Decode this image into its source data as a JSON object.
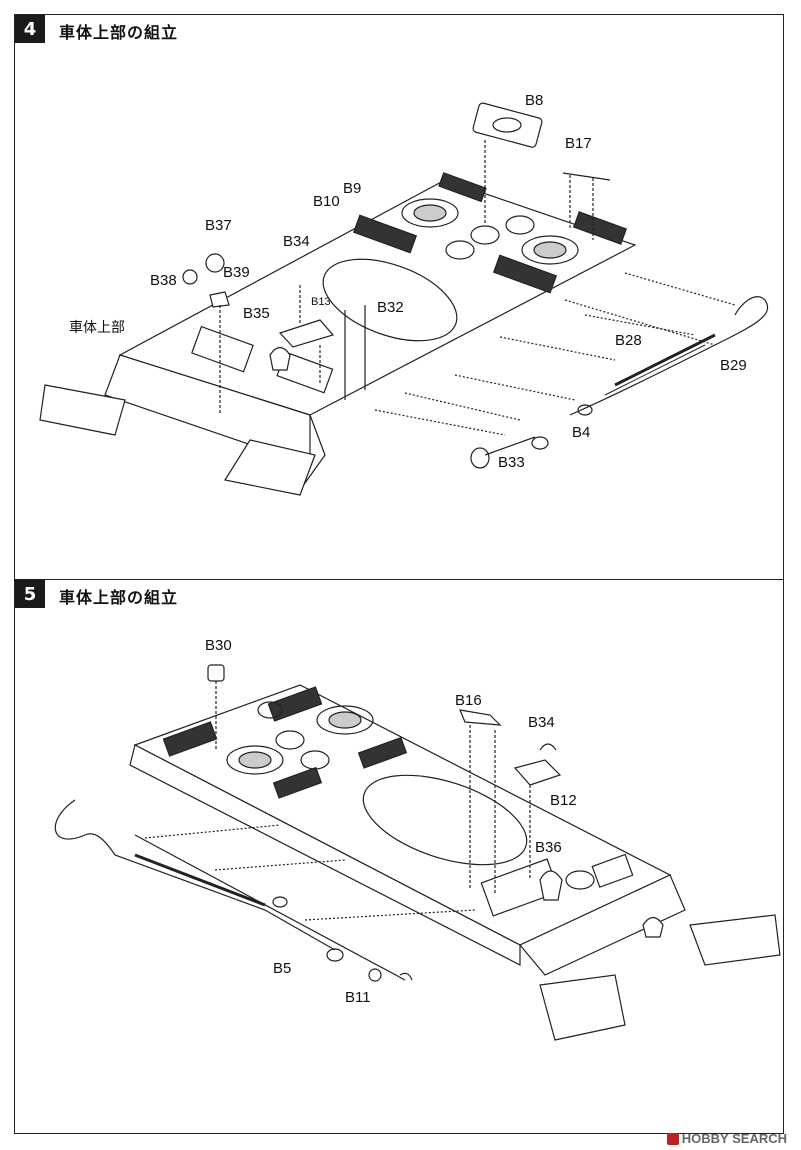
{
  "steps": [
    {
      "number": "4",
      "title": "車体上部の組立",
      "labels": {
        "b8": "B8",
        "b17": "B17",
        "b9": "B9",
        "b10": "B10",
        "b37": "B37",
        "b34": "B34",
        "b38": "B38",
        "b39": "B39",
        "b13": "B13",
        "b32": "B32",
        "b35": "B35",
        "hull": "車体上部",
        "b28": "B28",
        "b29": "B29",
        "b4": "B4",
        "b33": "B33"
      }
    },
    {
      "number": "5",
      "title": "車体上部の組立",
      "labels": {
        "b30": "B30",
        "b16": "B16",
        "b34": "B34",
        "b12": "B12",
        "b36": "B36",
        "b5": "B5",
        "b11": "B11"
      }
    }
  ],
  "watermark": "HOBBY SEARCH"
}
